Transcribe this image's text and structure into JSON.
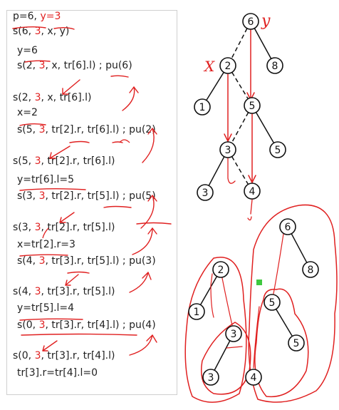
{
  "code_lines": [
    {
      "parts": [
        {
          "t": "p=6, "
        },
        {
          "t": "y=3",
          "c": "red"
        }
      ]
    },
    {
      "parts": [
        {
          "t": "s(6, "
        },
        {
          "t": "3",
          "c": "red"
        },
        {
          "t": ", x, y)"
        }
      ]
    },
    {
      "parts": [
        {
          "t": " y=6"
        }
      ]
    },
    {
      "parts": [
        {
          "t": "  s(2, "
        },
        {
          "t": "3",
          "c": "red"
        },
        {
          "t": ", x, tr[6].l) ; pu(6)"
        }
      ]
    },
    {
      "parts": [
        {
          "t": ""
        }
      ]
    },
    {
      "parts": [
        {
          "t": "s(2, "
        },
        {
          "t": "3",
          "c": "red"
        },
        {
          "t": ", x, tr[6].l)"
        }
      ]
    },
    {
      "parts": [
        {
          "t": " x=2"
        }
      ]
    },
    {
      "parts": [
        {
          "t": "  s(5, "
        },
        {
          "t": "3",
          "c": "red"
        },
        {
          "t": ", tr[2].r, tr[6].l) ; pu(2)"
        }
      ]
    },
    {
      "parts": [
        {
          "t": ""
        }
      ]
    },
    {
      "parts": [
        {
          "t": "s(5, "
        },
        {
          "t": "3",
          "c": "red"
        },
        {
          "t": ", tr[2].r, tr[6].l)"
        }
      ]
    },
    {
      "parts": [
        {
          "t": " y=tr[6].l=5"
        }
      ]
    },
    {
      "parts": [
        {
          "t": "  s(3, "
        },
        {
          "t": "3",
          "c": "red"
        },
        {
          "t": ", tr[2].r, tr[5].l) ; pu(5)"
        }
      ]
    },
    {
      "parts": [
        {
          "t": ""
        }
      ]
    },
    {
      "parts": [
        {
          "t": "s(3, "
        },
        {
          "t": "3",
          "c": "red"
        },
        {
          "t": ", tr[2].r, tr[5].l)"
        }
      ]
    },
    {
      "parts": [
        {
          "t": " x=tr[2].r=3"
        }
      ]
    },
    {
      "parts": [
        {
          "t": "  s(4, "
        },
        {
          "t": "3",
          "c": "red"
        },
        {
          "t": ", tr[3].r, tr[5].l) ; pu(3)"
        }
      ]
    },
    {
      "parts": [
        {
          "t": ""
        }
      ]
    },
    {
      "parts": [
        {
          "t": "s(4, "
        },
        {
          "t": "3",
          "c": "red"
        },
        {
          "t": ", tr[3].r, tr[5].l)"
        }
      ]
    },
    {
      "parts": [
        {
          "t": " y=tr[5].l=4"
        }
      ]
    },
    {
      "parts": [
        {
          "t": "  s(0, "
        },
        {
          "t": "3",
          "c": "red"
        },
        {
          "t": ", tr[3].r, tr[4].l) ; pu(4)"
        }
      ]
    },
    {
      "parts": [
        {
          "t": ""
        }
      ]
    },
    {
      "parts": [
        {
          "t": "s(0, "
        },
        {
          "t": "3",
          "c": "red"
        },
        {
          "t": ", tr[3].r, tr[4].l)"
        }
      ]
    },
    {
      "parts": [
        {
          "t": "  tr[3].r=tr[4].l=0"
        }
      ]
    }
  ],
  "tree_top": {
    "nodes": [
      {
        "id": "6",
        "label": "6"
      },
      {
        "id": "2",
        "label": "2"
      },
      {
        "id": "8",
        "label": "8"
      },
      {
        "id": "1",
        "label": "1"
      },
      {
        "id": "5a",
        "label": "5"
      },
      {
        "id": "3a",
        "label": "3"
      },
      {
        "id": "5b",
        "label": "5"
      },
      {
        "id": "3b",
        "label": "3"
      },
      {
        "id": "4",
        "label": "4"
      }
    ],
    "annotations": {
      "y_label": "y",
      "x_label": "X"
    }
  },
  "tree_bottom": {
    "nodes": [
      {
        "id": "b6",
        "label": "6"
      },
      {
        "id": "b8",
        "label": "8"
      },
      {
        "id": "b2",
        "label": "2"
      },
      {
        "id": "b1",
        "label": "1"
      },
      {
        "id": "b3a",
        "label": "3"
      },
      {
        "id": "b3b",
        "label": "3"
      },
      {
        "id": "b5a",
        "label": "5"
      },
      {
        "id": "b5b",
        "label": "5"
      },
      {
        "id": "b4",
        "label": "4"
      }
    ]
  },
  "colors": {
    "ink": "#111111",
    "red": "#e02020",
    "panel_border": "#cfcfcf",
    "green": "#3fc83f"
  }
}
